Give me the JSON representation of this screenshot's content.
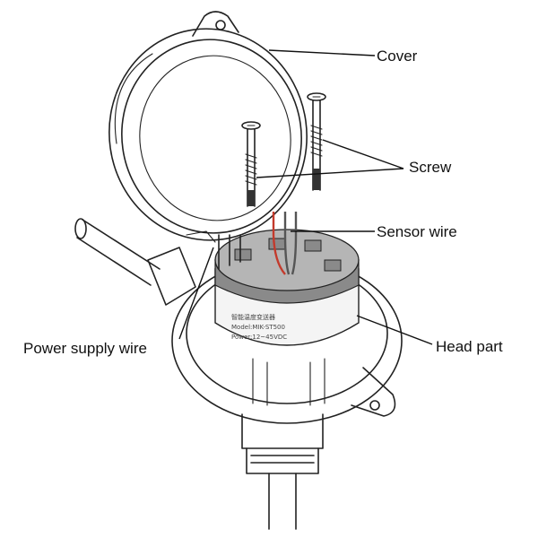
{
  "labels": {
    "cover": "Cover",
    "screw": "Screw",
    "sensor_wire": "Sensor wire",
    "power_supply_wire": "Power supply wire",
    "head_part": "Head part"
  },
  "module_print": {
    "line1": "智能温度变送器",
    "line2": "Model:MIK-ST500",
    "line3": "Power:12~45VDC"
  },
  "colors": {
    "module_top": "#8a8a8a",
    "module_top_light": "#b5b5b5",
    "module_body": "#f4f4f4",
    "wire_red": "#c33a2c",
    "screw_dark": "#333333"
  }
}
